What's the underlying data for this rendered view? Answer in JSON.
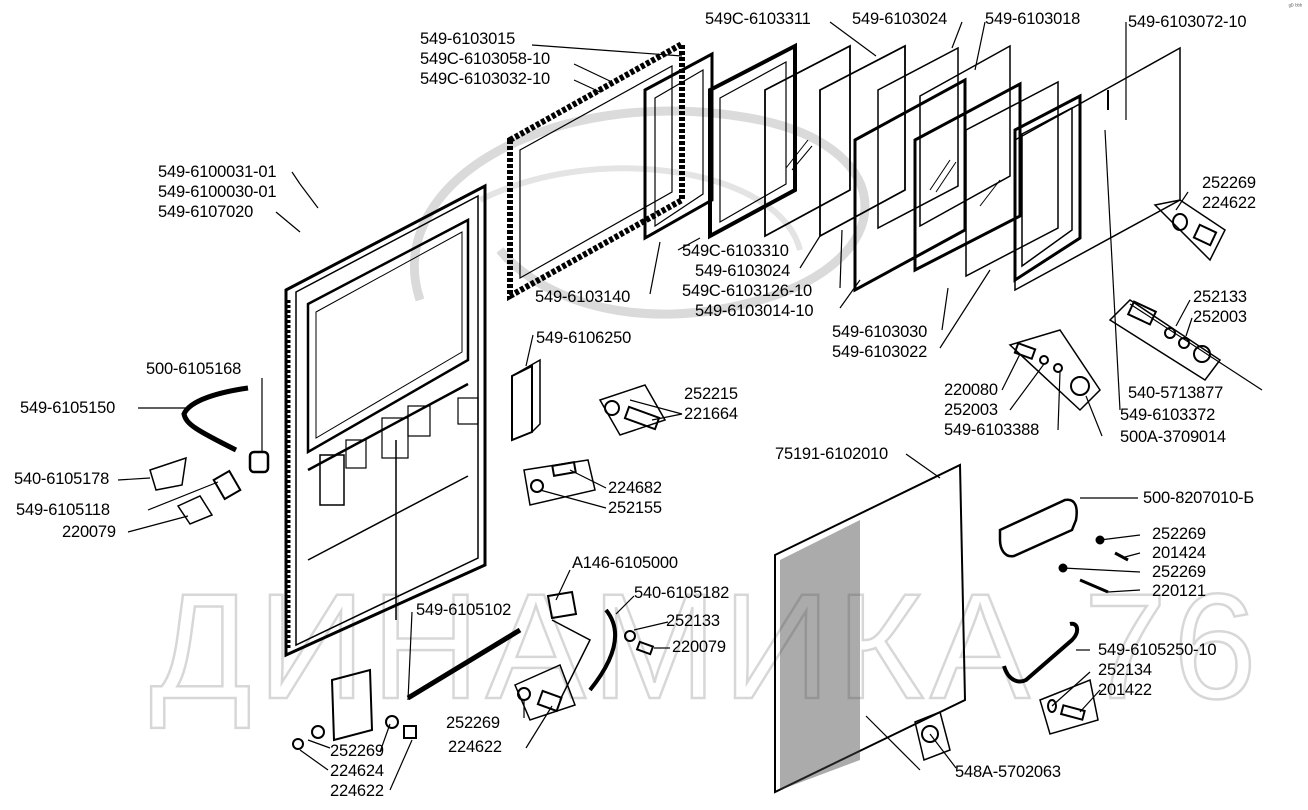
{
  "title": "Door assembly exploded parts diagram",
  "watermark": "ДИНАМИКА 76",
  "corner_mark": "ᵍᴰ ᵇᵇᵇ",
  "labels": {
    "l549_6103015": "549-6103015",
    "l549C_6103058_10": "549C-6103058-10",
    "l549C_6103032_10": "549C-6103032-10",
    "l549C_6103311": "549C-6103311",
    "l549_6103024_top": "549-6103024",
    "l549_6103018": "549-6103018",
    "l549_6103072_10": "549-6103072-10",
    "l549_6100031_01": "549-6100031-01",
    "l549_6100030_01": "549-6100030-01",
    "l549_6107020": "549-6107020",
    "l252269_a": "252269",
    "l224622_a": "224622",
    "l549C_6103310": "549C-6103310",
    "l549_6103024_mid": "549-6103024",
    "l549C_6103126_10": "549C-6103126-10",
    "l549_6103014_10": "549-6103014-10",
    "l549_6103140": "549-6103140",
    "l252133_a": "252133",
    "l252003_a": "252003",
    "l549_6103030": "549-6103030",
    "l549_6103022": "549-6103022",
    "l549_6106250": "549-6106250",
    "l220080": "220080",
    "l252003_b": "252003",
    "l549_6103388": "549-6103388",
    "l540_5713877": "540-5713877",
    "l549_6103372": "549-6103372",
    "l500A_3709014": "500A-3709014",
    "l500_6105168": "500-6105168",
    "l549_6105150": "549-6105150",
    "l252215": "252215",
    "l221664": "221664",
    "l540_6105178": "540-6105178",
    "l549_6105118": "549-6105118",
    "l220079_a": "220079",
    "l224682": "224682",
    "l252155": "252155",
    "l75191_6102010": "75191-6102010",
    "l500_8207010_B": "500-8207010-Б",
    "l252269_b": "252269",
    "l201424": "201424",
    "l252269_c": "252269",
    "l220121": "220121",
    "lA146_6105000": "A146-6105000",
    "l540_6105182": "540-6105182",
    "l549_6105102": "549-6105102",
    "l252133_b": "252133",
    "l220079_b": "220079",
    "l549_6105250_10": "549-6105250-10",
    "l252134": "252134",
    "l201422": "201422",
    "l252269_d": "252269",
    "l224622_b": "224622",
    "l252269_e": "252269",
    "l224624": "224624",
    "l224622_c": "224622",
    "l548A_5702063": "548A-5702063"
  }
}
